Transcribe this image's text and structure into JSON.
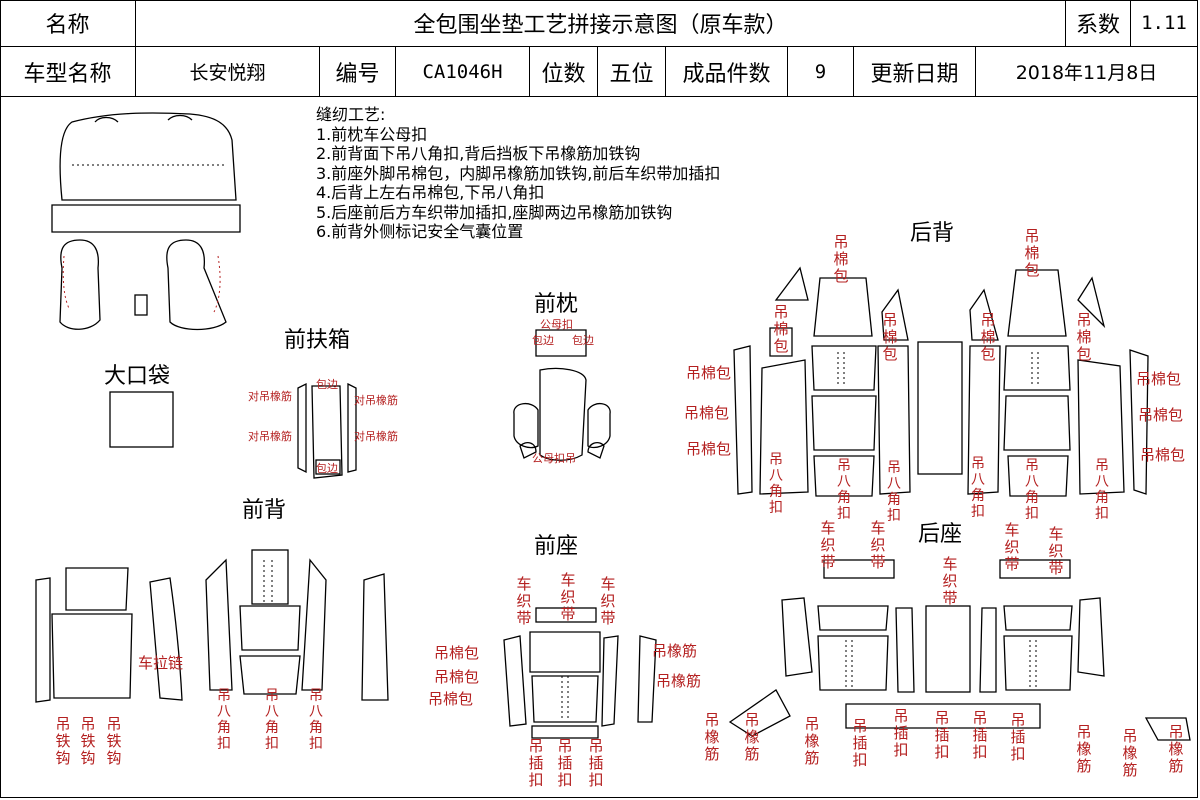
{
  "header": {
    "name_label": "名称",
    "title": "全包围坐垫工艺拼接示意图（原车款）",
    "coef_label": "系数",
    "coef_value": "1.11",
    "model_label": "车型名称",
    "model_value": "长安悦翔",
    "code_label": "编号",
    "code_value": "CA1046H",
    "seats_label": "位数",
    "seats_value": "五位",
    "pieces_label": "成品件数",
    "pieces_value": "9",
    "date_label": "更新日期",
    "date_value": "2018年11月8日"
  },
  "process": {
    "title": "缝纫工艺:",
    "steps": [
      "1.前枕车公母扣",
      "2.前背面下吊八角扣,背后挡板下吊橡筋加铁钩",
      "3.前座外脚吊棉包，内脚吊橡筋加铁钩,前后车织带加插扣",
      "4.后背上左右吊棉包,下吊八角扣",
      "5.后座前后方车织带加插扣,座脚两边吊橡筋加铁钩",
      "6.前背外侧标记安全气囊位置"
    ]
  },
  "sections": {
    "big_pocket": "大口袋",
    "front_armrest": "前扶箱",
    "front_headrest": "前枕",
    "rear_back": "后背",
    "front_back": "前背",
    "front_seat": "前座",
    "rear_seat": "后座"
  },
  "labels": {
    "hang_cotton_pack": "吊棉包",
    "hang_octagon_buckle": "吊八角扣",
    "hang_iron_hook": "吊铁钩",
    "hang_rubber_band": "吊橡筋",
    "webbing": "车织带",
    "hang_insert_buckle": "吊插扣",
    "rear_zipper": "车拉链",
    "edge_wrap": "包边",
    "pair_rubber_band": "对吊橡筋",
    "male_female_buckle": "公母扣",
    "male_female_buckle_hang": "公母扣吊",
    "front_pair_hang": "对吊橡筋"
  }
}
